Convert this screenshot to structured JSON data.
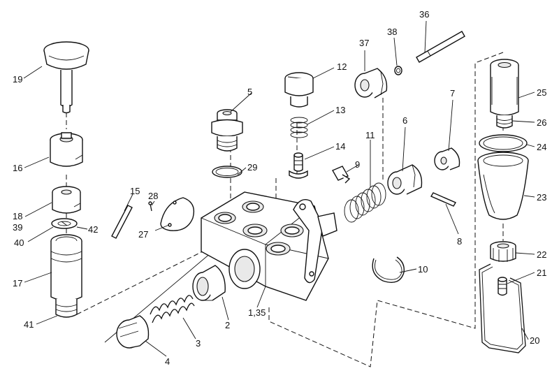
{
  "labels": {
    "l2": "2",
    "l3": "3",
    "l4": "4",
    "l5": "5",
    "l6": "6",
    "l7": "7",
    "l8": "8",
    "l9": "9",
    "l10": "10",
    "l11": "11",
    "l12": "12",
    "l13": "13",
    "l14": "14",
    "l15": "15",
    "l16": "16",
    "l17": "17",
    "l18": "18",
    "l19": "19",
    "l20": "20",
    "l21": "21",
    "l22": "22",
    "l23": "23",
    "l24": "24",
    "l25": "25",
    "l26": "26",
    "l27": "27",
    "l28": "28",
    "l29": "29",
    "l135": "1,35",
    "l36": "36",
    "l37": "37",
    "l38": "38",
    "l39": "39",
    "l40": "40",
    "l41": "41",
    "l42": "42"
  }
}
